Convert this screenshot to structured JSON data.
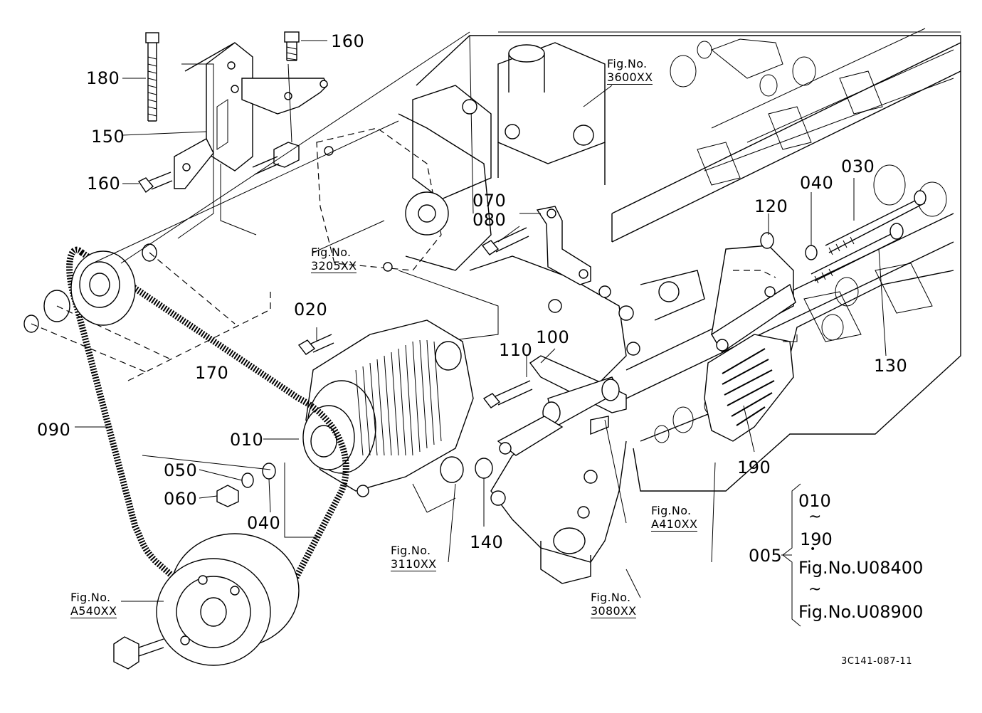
{
  "parts": {
    "p180": "180",
    "p160a": "160",
    "p150": "150",
    "p160b": "160",
    "p070": "070",
    "p080": "080",
    "p120": "120",
    "p040a": "040",
    "p030": "030",
    "p020": "020",
    "p170": "170",
    "p100": "100",
    "p110": "110",
    "p130": "130",
    "p090": "090",
    "p010": "010",
    "p050": "050",
    "p060": "060",
    "p040b": "040",
    "p140": "140",
    "p190": "190"
  },
  "figrefs": {
    "f3600": {
      "line1": "Fig.No.",
      "line2": "3600XX"
    },
    "f3205": {
      "line1": "Fig.No.",
      "line2": "3205XX"
    },
    "fA410": {
      "line1": "Fig.No.",
      "line2": "A410XX"
    },
    "f3110": {
      "line1": "Fig.No.",
      "line2": "3110XX"
    },
    "f3080": {
      "line1": "Fig.No.",
      "line2": "3080XX"
    },
    "fA540": {
      "line1": "Fig.No.",
      "line2": "A540XX"
    }
  },
  "assembly": {
    "label": "005",
    "from": "010",
    "tilde1": "~",
    "to": "190",
    "dot": "•",
    "fig_from": "Fig.No.U08400",
    "tilde2": "~",
    "fig_to": "Fig.No.U08900"
  },
  "drawing_number": "3C141-087-11"
}
